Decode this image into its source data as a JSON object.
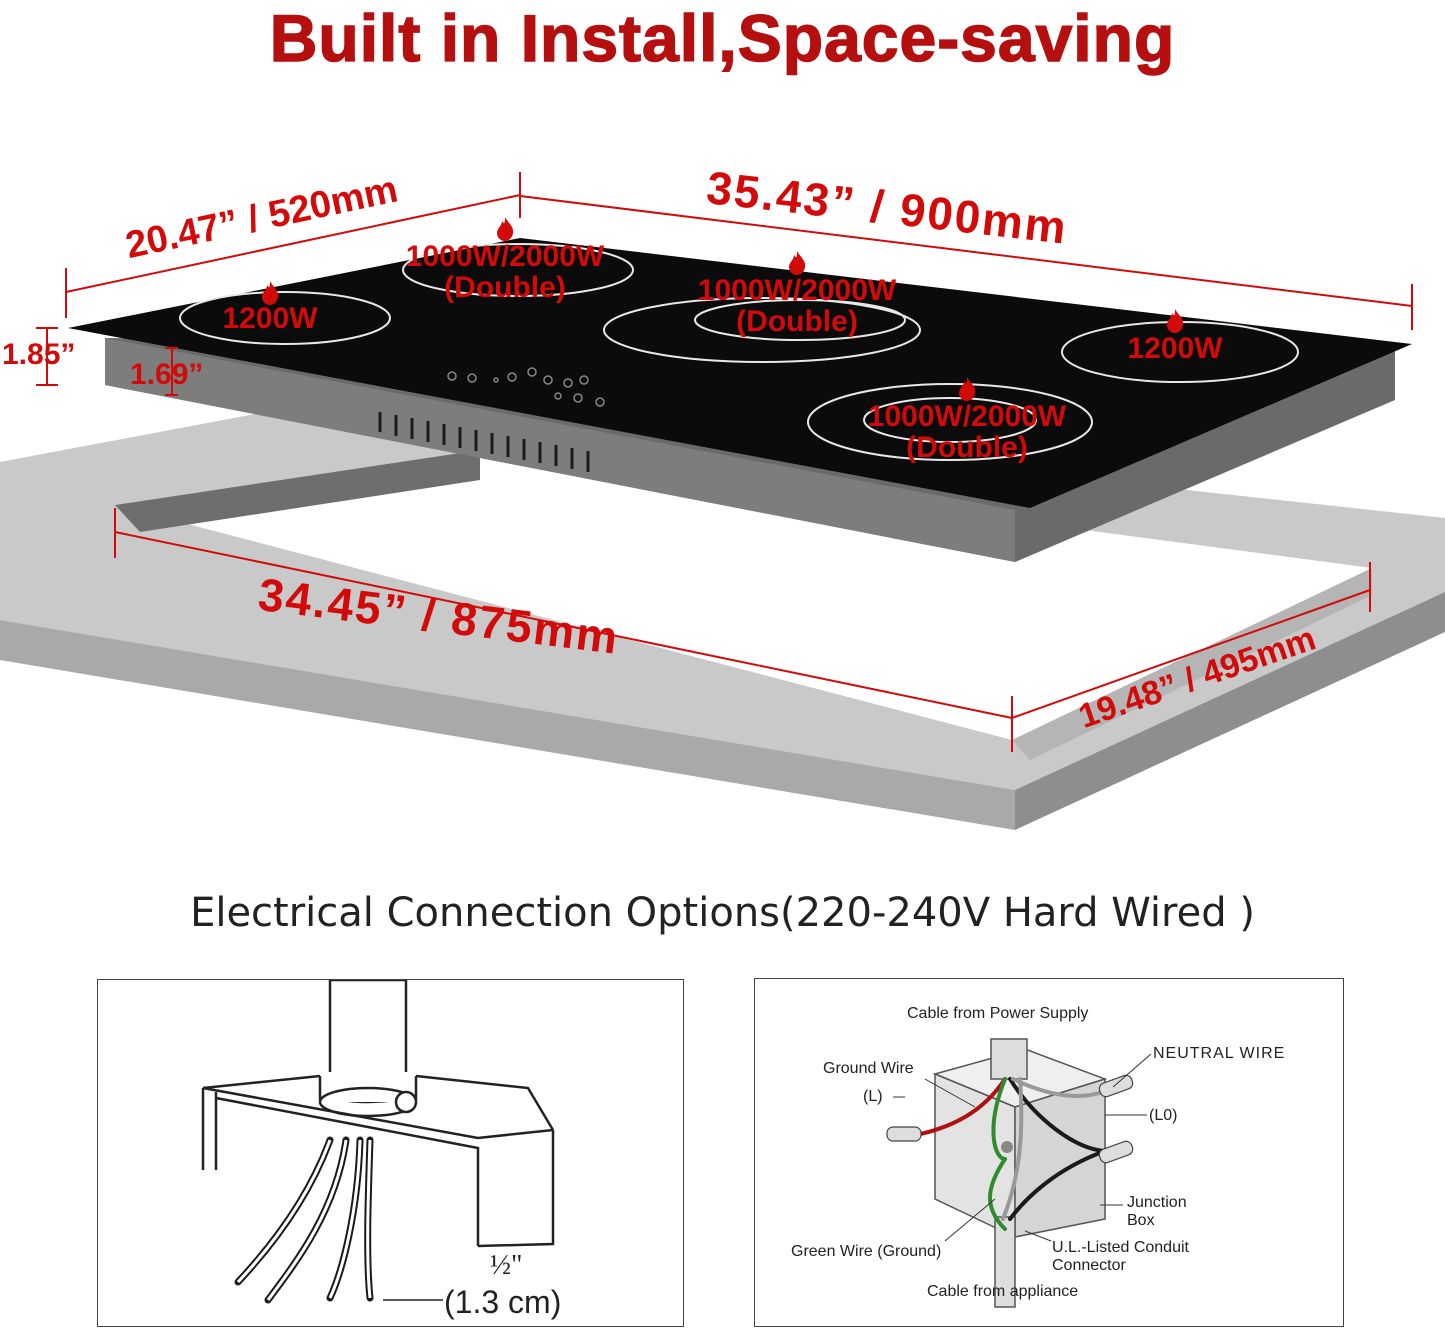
{
  "title": "Built in Install,Space-saving",
  "dimensions": {
    "depth_top": "20.47” / 520mm",
    "width_top": "35.43” / 900mm",
    "height_total": "1.85”",
    "height_body": "1.69”",
    "cutout_width": "34.45” / 875mm",
    "cutout_depth": "19.48” / 495mm"
  },
  "zones": [
    {
      "power": "1200W"
    },
    {
      "power": "1000W/2000W",
      "mode": "(Double)"
    },
    {
      "power": "1000W/2000W",
      "mode": "(Double)"
    },
    {
      "power": "1200W"
    },
    {
      "power": "1000W/2000W",
      "mode": "(Double)"
    }
  ],
  "subtitle": "Electrical Connection Options(220-240V Hard Wired )",
  "left_diagram": {
    "fraction": "½\"",
    "metric": "(1.3 cm)"
  },
  "right_diagram": {
    "cable_top": "Cable from Power Supply",
    "ground_wire": "Ground Wire",
    "l_label": "(L)",
    "neutral_wire": "NEUTRAL WIRE",
    "l0_label": "(L0)",
    "junction_box_1": "Junction",
    "junction_box_2": "Box",
    "green_wire": "Green Wire (Ground)",
    "conduit_1": "U.L.-Listed Conduit",
    "conduit_2": "Connector",
    "cable_bottom": "Cable from appliance"
  },
  "colors": {
    "title_red": "#b50f0f",
    "dimension_red": "#d20a0a",
    "cooktop_glass": "#0b0b0b",
    "countertop": "#c9c9c9"
  }
}
